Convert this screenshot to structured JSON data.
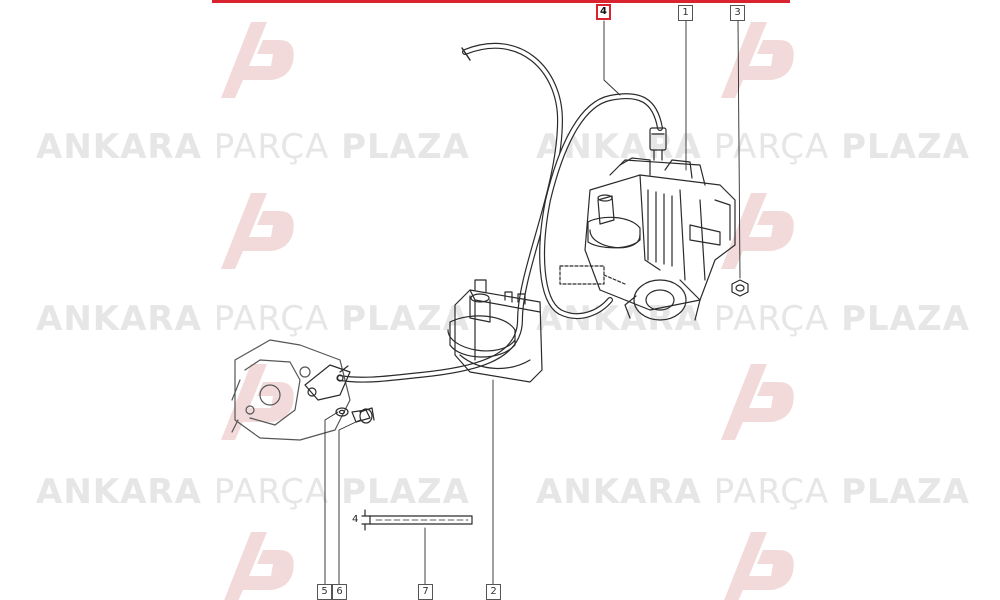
{
  "watermark": {
    "bold_a": "ANKARA",
    "light": "PARÇA",
    "bold_b": "PLAZA",
    "logo_icon": "ap-logo-icon",
    "color": "#e6e6e6",
    "logo_color": "#f2dada"
  },
  "header": {
    "accent_color": "#d9232e"
  },
  "callouts": [
    {
      "id": "c4",
      "text": "4",
      "highlighted": true
    },
    {
      "id": "c1",
      "text": "1",
      "highlighted": false
    },
    {
      "id": "c3",
      "text": "3",
      "highlighted": false
    },
    {
      "id": "c5",
      "text": "5",
      "highlighted": false
    },
    {
      "id": "c6",
      "text": "6",
      "highlighted": false
    },
    {
      "id": "c7",
      "text": "7",
      "highlighted": false
    },
    {
      "id": "c2",
      "text": "2",
      "highlighted": false
    }
  ],
  "dimension": {
    "value": "4"
  }
}
